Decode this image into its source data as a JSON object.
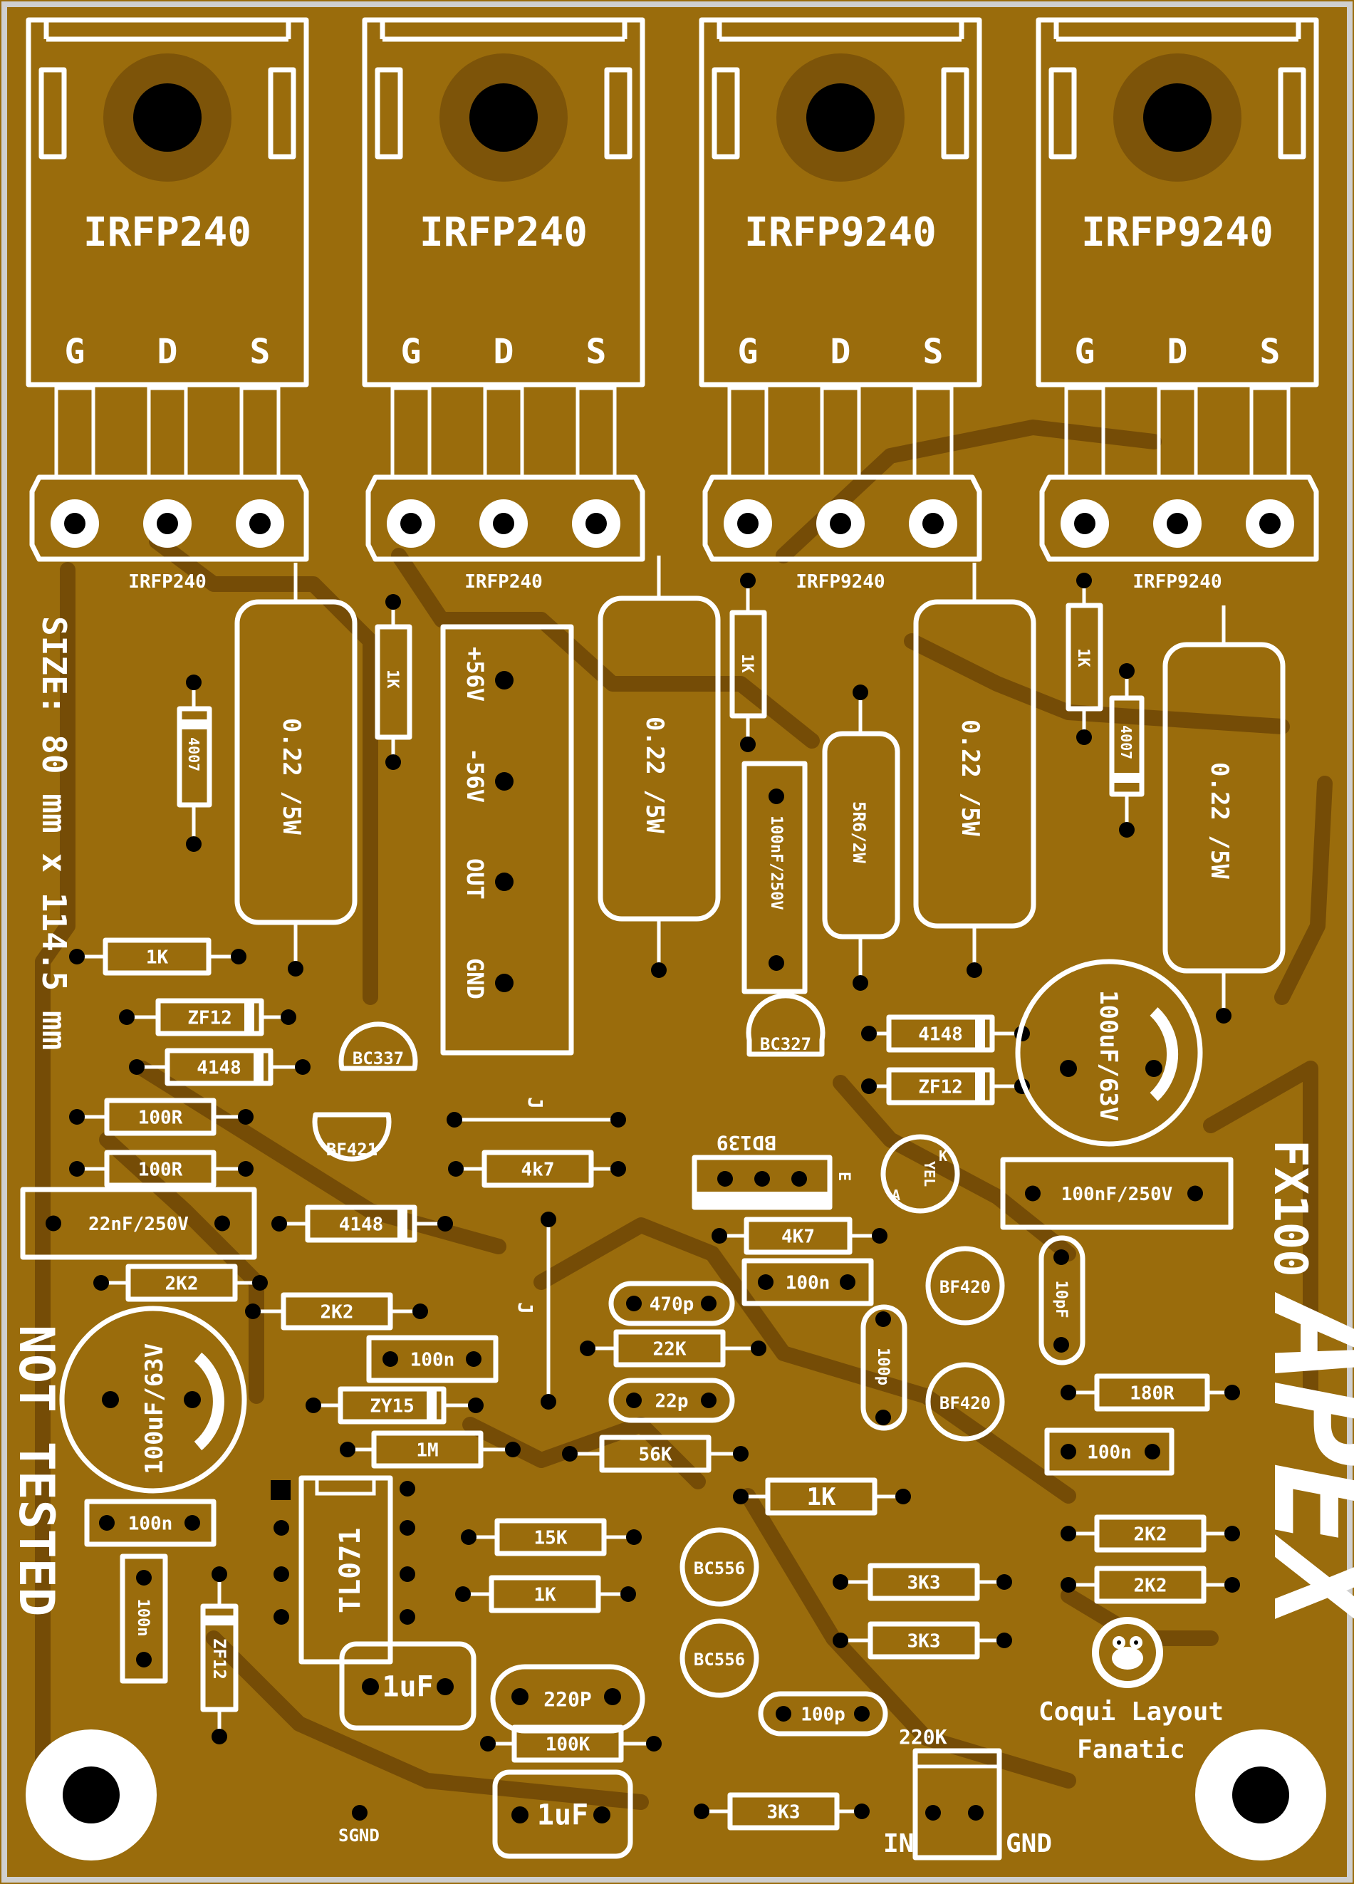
{
  "transistors": [
    {
      "body_label": "IRFP240",
      "foot_label": "IRFP240"
    },
    {
      "body_label": "IRFP240",
      "foot_label": "IRFP240"
    },
    {
      "body_label": "IRFP9240",
      "foot_label": "IRFP9240"
    },
    {
      "body_label": "IRFP9240",
      "foot_label": "IRFP9240"
    }
  ],
  "pins": {
    "g": "G",
    "d": "D",
    "s": "S"
  },
  "size_text": "SIZE: 80 mm x 114.5 mm",
  "power": {
    "plus": "+56V",
    "minus": "-56V",
    "out": "OUT",
    "gnd": "GND"
  },
  "resistors": {
    "r_022": "0.22 /5W",
    "r_1k": "1K",
    "r_5r6": "5R6/2W",
    "r_4k7_lower": "4k7",
    "r_4k7_upper": "4K7",
    "r_100r": "100R",
    "r_2k2": "2K2",
    "r_1m": "1M",
    "r_22k": "22K",
    "r_56k": "56K",
    "r_15k": "15K",
    "r_3k3": "3K3",
    "r_180r": "180R",
    "r_100k": "100K",
    "r_220k": "220K"
  },
  "diodes": {
    "d4007": "4007",
    "zf12": "ZF12",
    "d4148": "4148",
    "zy15": "ZY15"
  },
  "capacitors": {
    "c100uf": "100uF/63V",
    "c100nf250": "100nF/250V",
    "c22nf250": "22nF/250V",
    "c100n": "100n",
    "c470p": "470p",
    "c22p": "22p",
    "c100p": "100p",
    "c10pf": "10pF",
    "c1uf": "1uF",
    "c220p": "220P"
  },
  "semis": {
    "bc337": "BC337",
    "bf421": "BF421",
    "bc327": "BC327",
    "bd139": "BD139",
    "bf420": "BF420",
    "bc556": "BC556",
    "tl071": "TL071",
    "led": "YEL",
    "led_a": "A",
    "led_k": "K",
    "bd139_e": "E"
  },
  "jumper": "J",
  "branding": {
    "model": "FX100",
    "brand": "APEX",
    "credit_1": "Coqui Layout",
    "credit_2": "Fanatic",
    "not_tested": "NOT TESTED"
  },
  "io": {
    "in": "IN",
    "gnd": "GND",
    "sgnd": "SGND"
  },
  "colors": {
    "board": "#9a6c0c",
    "silkscreen": "#ffffff",
    "copper_trace": "#6e4706",
    "pad": "#000000"
  }
}
